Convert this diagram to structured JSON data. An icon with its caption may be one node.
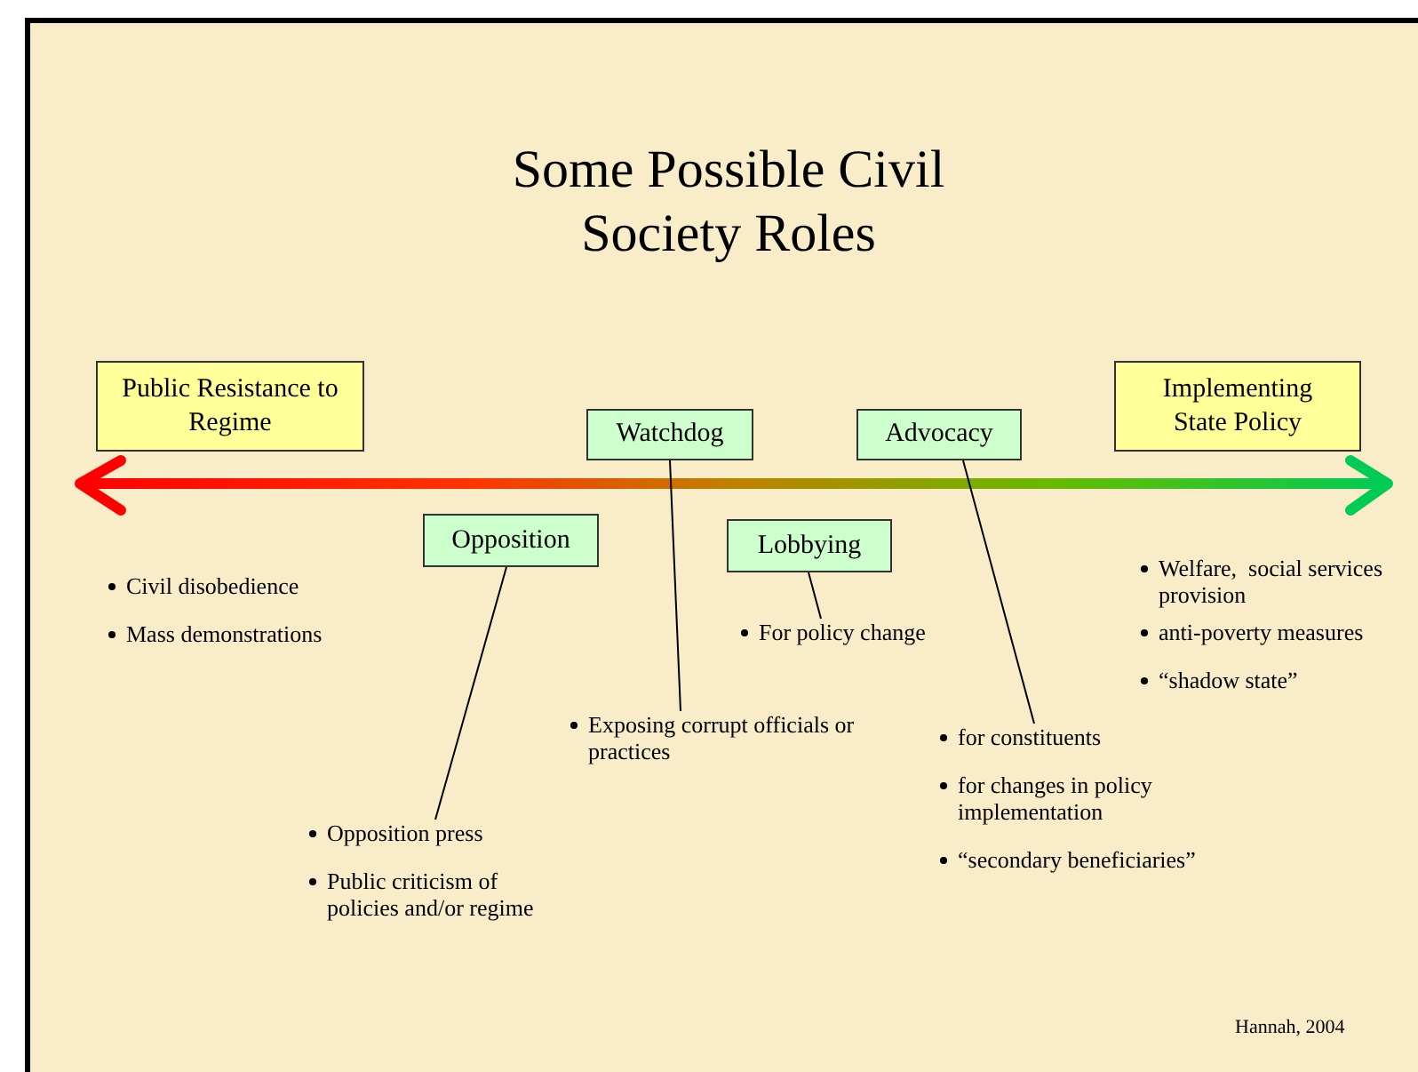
{
  "diagram": {
    "title": "Some Possible Civil Society Roles",
    "nodes": [
      {
        "text": [
          "Public Resistance to Regime"
        ]
      },
      {
        "text": [
          "Watchdog"
        ]
      },
      {
        "text": [
          "Advocacy"
        ]
      },
      {
        "text": [
          "Implementing State Policy"
        ]
      },
      {
        "text": [
          "Opposition"
        ]
      },
      {
        "text": [
          "Lobbying"
        ]
      },
      {
        "text": [
          "Opposition press",
          "Public criticism of policies and/or regime"
        ]
      },
      {
        "text": [
          "Exposing corrupt officials or practices"
        ]
      },
      {
        "text": [
          "For policy change"
        ]
      },
      {
        "text": [
          "for constituents",
          "for changes in policy implementation",
          "“secondary beneficiaries”"
        ]
      }
    ],
    "edges": [
      {
        "from": 4,
        "to": 6,
        "arrow": "none"
      },
      {
        "from": 1,
        "to": 7,
        "arrow": "none"
      },
      {
        "from": 5,
        "to": 8,
        "arrow": "none"
      },
      {
        "from": 2,
        "to": 9,
        "arrow": "none"
      }
    ],
    "labels": [
      "Civil disobedience",
      "Mass demonstrations",
      "Welfare,  social services provision",
      "anti-poverty measures",
      "“shadow state”",
      "Hannah, 2004"
    ]
  }
}
